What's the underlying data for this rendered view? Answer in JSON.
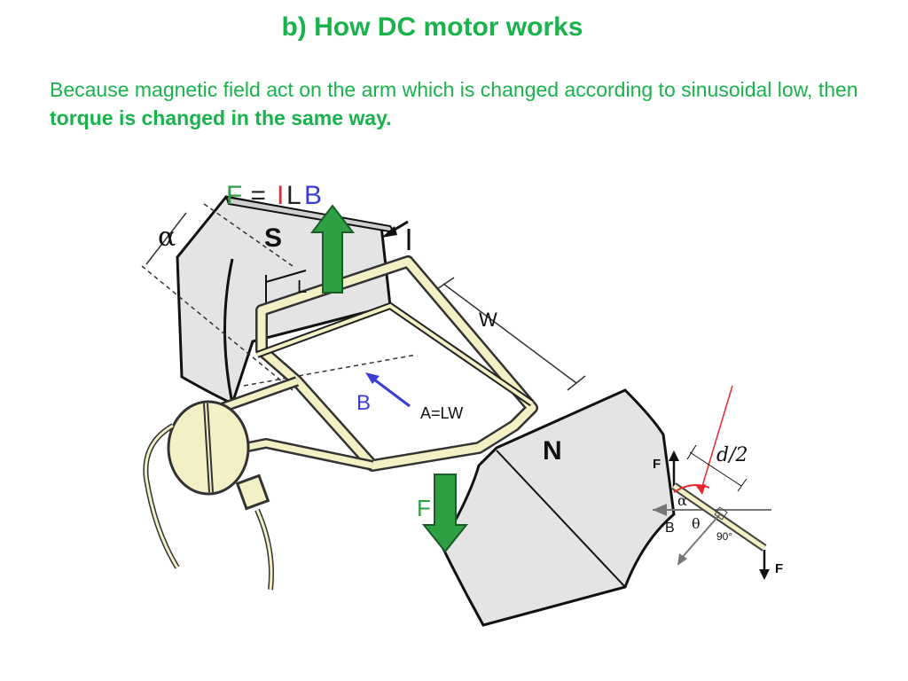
{
  "slide": {
    "title": "b) How DC motor works",
    "body_plain": "Because magnetic field act on the arm which is changed according to sinusoidal low, then ",
    "body_bold": "torque is changed in the same way.",
    "text_color": "#19b24b"
  },
  "diagram": {
    "formula_F": "F",
    "formula_eq": " = ",
    "formula_I": "I",
    "formula_L": "L",
    "formula_B": "B",
    "pole_south": "S",
    "pole_north": "N",
    "alpha": "α",
    "length_label": "L",
    "current_label": "I",
    "width_label": "W",
    "field_label": "B",
    "area_label": "A=LW",
    "force_bottom_label": "F",
    "colors": {
      "force_green": "#2ea043",
      "current_red": "#e8262b",
      "field_blue": "#3b3bd6",
      "coil": "#f3f0c6",
      "magnet": "#e4e4e4"
    }
  },
  "inset": {
    "force_top": "F",
    "half_width": "d/2",
    "alpha": "α",
    "field": "B",
    "theta": "θ",
    "right_angle": "90°",
    "force_bottom": "F"
  }
}
